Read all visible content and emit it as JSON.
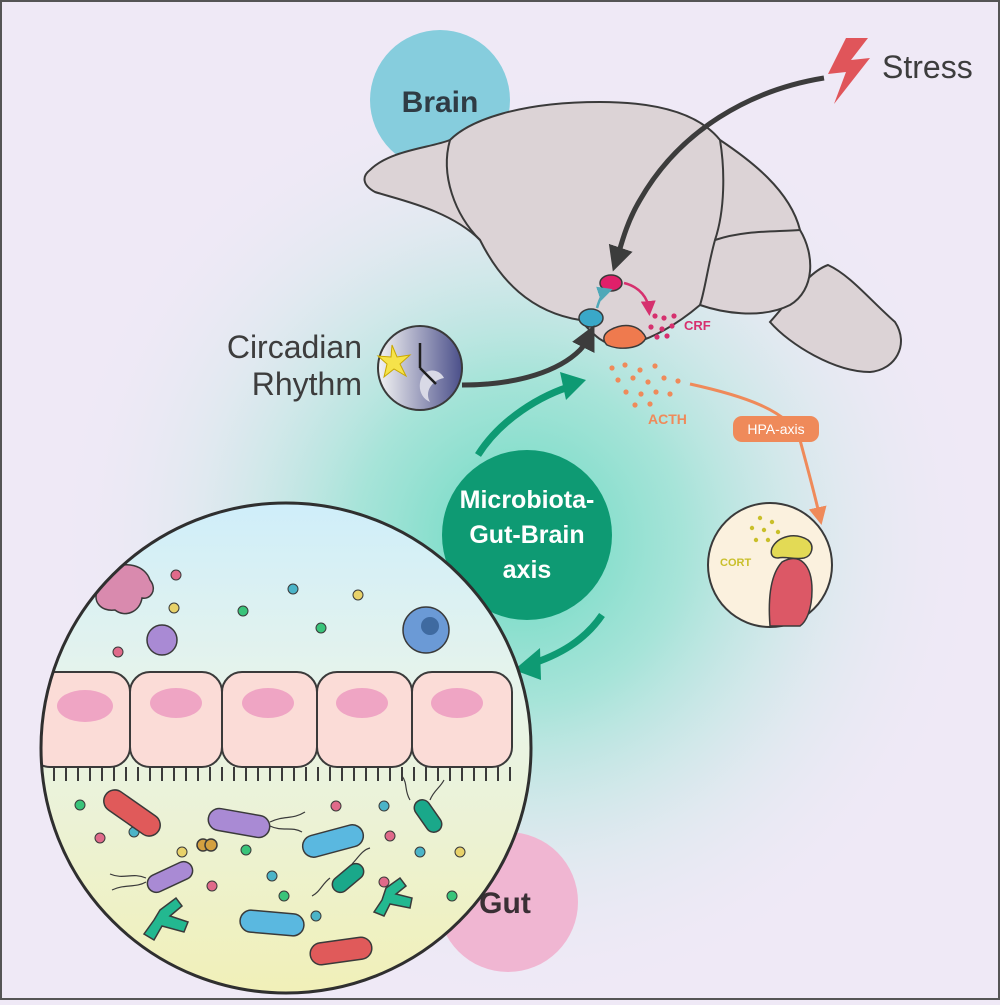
{
  "labels": {
    "brain": "Brain",
    "gut": "Gut",
    "stress": "Stress",
    "circadian_line1": "Circadian",
    "circadian_line2": "Rhythm",
    "crf": "CRF",
    "acth": "ACTH",
    "hpa_axis": "HPA-axis",
    "cort": "CORT",
    "axis_line1": "Microbiota-",
    "axis_line2": "Gut-Brain",
    "axis_line3": "axis"
  },
  "colors": {
    "background": "#efe9f6",
    "glow": "#7fe0c8",
    "brain_circle": "#86cddd",
    "gut_circle": "#f0b6d2",
    "axis_circle": "#0e9a73",
    "stress_bolt": "#e0555a",
    "crf": "#d6306e",
    "acth": "#ef8a5a",
    "cort": "#c9bf2a"
  },
  "icons": {
    "stress": "lightning-bolt-icon",
    "circadian": "sun-moon-clock-icon"
  }
}
